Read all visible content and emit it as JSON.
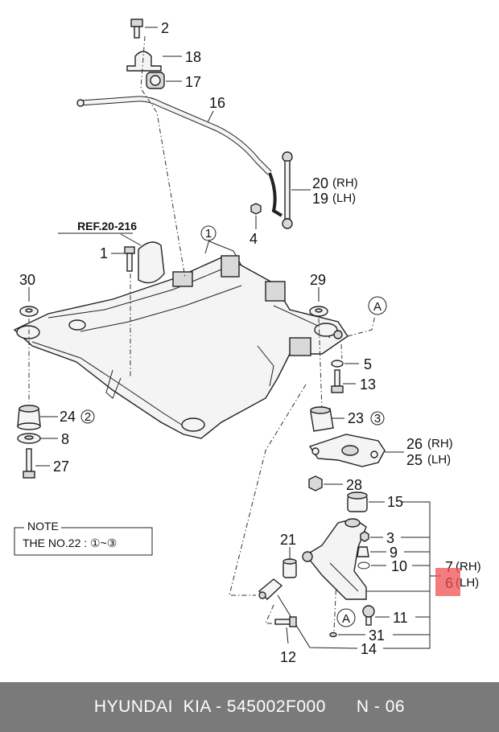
{
  "diagram": {
    "ref_label": "REF.20-216",
    "note": {
      "heading": "NOTE",
      "text": "THE NO.22 : ①~③"
    },
    "labels": {
      "p2": "2",
      "p18": "18",
      "p17": "17",
      "p16": "16",
      "p20": "20",
      "p20_side": "(RH)",
      "p19": "19",
      "p19_side": "(LH)",
      "p4": "4",
      "p1a": "1",
      "p1b": "1",
      "p30": "30",
      "p29": "29",
      "pA1": "A",
      "p5": "5",
      "p13": "13",
      "p24": "24",
      "p24_c": "2",
      "p8": "8",
      "p27": "27",
      "p23": "23",
      "p23_c": "3",
      "p26": "26",
      "p26_side": "(RH)",
      "p25": "25",
      "p25_side": "(LH)",
      "p28": "28",
      "p15": "15",
      "p21": "21",
      "p3": "3",
      "p9": "9",
      "p10": "10",
      "p7": "7",
      "p7_side": "(RH)",
      "p6": "6",
      "p6_side": "(LH)",
      "p11": "11",
      "pA2": "A",
      "p31": "31",
      "p12": "12",
      "p14": "14"
    },
    "highlight_color": "#f05050"
  },
  "footer": {
    "text": "HYUNDAI  KIA - 545002F000      N - 06",
    "bg_color": "#7a7a7a"
  }
}
